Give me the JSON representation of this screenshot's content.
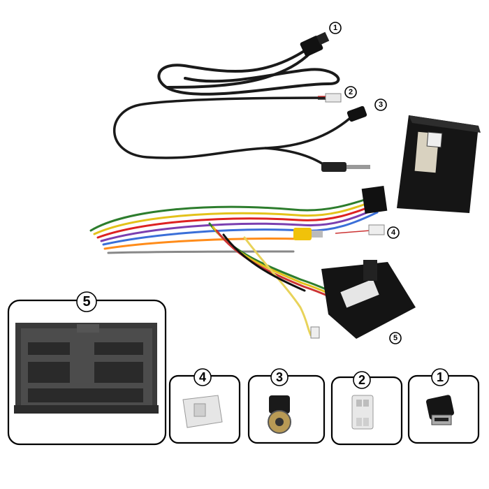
{
  "callouts": {
    "top_cable_end": "1",
    "white_plug_end": "2",
    "antenna_plug_end": "3",
    "harness_white_plug": "4",
    "main_connector": "5"
  },
  "insets": {
    "main_connector": "5",
    "white_plug": "4",
    "antenna_plug": "3",
    "small_white_plug": "2",
    "hdmi_jack": "1"
  }
}
